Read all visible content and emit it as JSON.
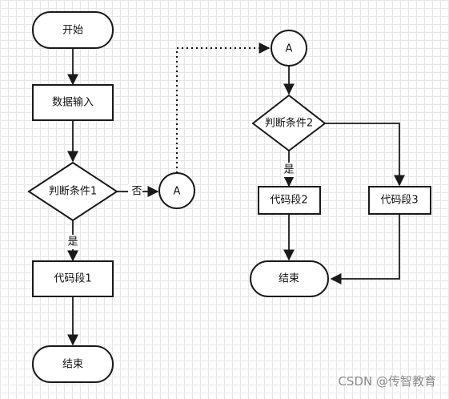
{
  "nodes": {
    "start": "开始",
    "input": "数据输入",
    "cond1": "判断条件1",
    "connector_left": "A",
    "code1": "代码段1",
    "end_left": "结束",
    "connector_right": "A",
    "cond2": "判断条件2",
    "code2": "代码段2",
    "code3": "代码段3",
    "end_right": "结束"
  },
  "edge_labels": {
    "no": "否",
    "yes_left": "是",
    "yes_right": "是"
  },
  "watermark": "CSDN @传智教育",
  "colors": {
    "stroke": "#1a1a1a",
    "grid": "#e7e7e7",
    "watermark": "#8a8a8a"
  }
}
